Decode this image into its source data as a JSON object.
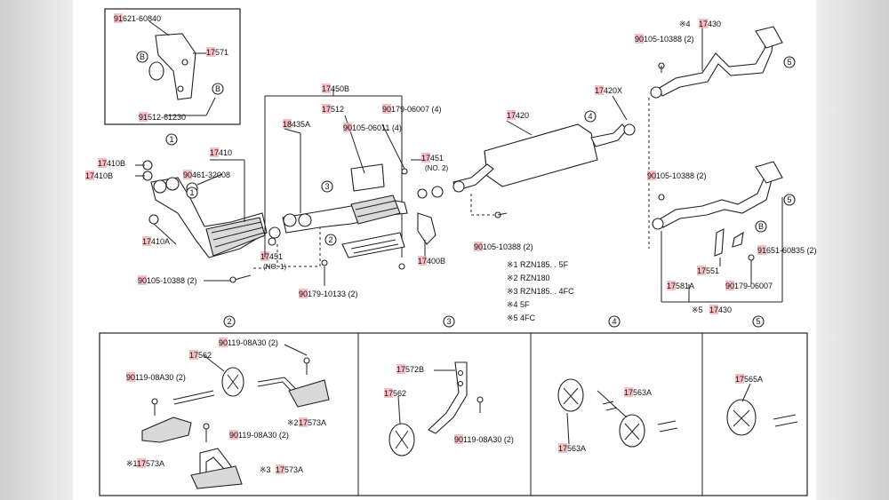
{
  "diagram": {
    "top_labels": {
      "p91621": "91621-60840",
      "p17571": "17571",
      "p91512": "91512-61230",
      "p17410B_a": "17410B",
      "p17410B_b": "17410B",
      "p17410": "17410",
      "p90461": "90461-32008",
      "p17410A": "17410A",
      "p90105_left": "90105-10388 (2)",
      "p17451_1": "17451",
      "p17451_1_note": "(NO. 1)",
      "p90179_10133": "90179-10133 (2)",
      "p17450B": "17450B",
      "p17512": "17512",
      "p90179_06007_4": "90179-06007 (4)",
      "p18435A": "18435A",
      "p90105_06011": "90105-06011 (4)",
      "p17451_2": "17451",
      "p17451_2_note": "(NO. 2)",
      "p17400B": "17400B",
      "p17420": "17420",
      "p90105_mid": "90105-10388 (2)",
      "p17420X": "17420X",
      "p90105_tr": "90105-10388 (2)",
      "p17430_top_prefix": "※4",
      "p17430_top": "17430",
      "p90105_r2": "90105-10388 (2)",
      "p91651": "91651-60835 (2)",
      "p17551": "17551",
      "p17581A": "17581A",
      "p90179_06007_r": "90179-06007",
      "p17430_bot_prefix": "※5",
      "p17430_bot": "17430",
      "B": "B",
      "circ1": "1",
      "circ2": "2",
      "circ3": "3",
      "circ4": "4",
      "circ5": "5"
    },
    "notes": [
      "※1 RZN185. . 5F",
      "※2 RZN180",
      "※3 RZN185. . 4FC",
      "※4 5F",
      "※5 4FC"
    ],
    "panels": {
      "panel2": {
        "number": "2",
        "p17562": "17562",
        "p90119_top": "90119-08A30 (2)",
        "p90119_left": "90119-08A30 (2)",
        "p90119_mid": "90119-08A30 (2)",
        "p17573A_2_prefix": "※2",
        "p17573A_2": "17573A",
        "p17573A_1_prefix": "※1",
        "p17573A_1": "17573A",
        "p17573A_3_prefix": "※3",
        "p17573A_3": "17573A"
      },
      "panel3": {
        "number": "3",
        "p17572B": "17572B",
        "p17562": "17562",
        "p90119": "90119-08A30 (2)"
      },
      "panel4": {
        "number": "4",
        "p17563A_top": "17563A",
        "p17563A_bot": "17563A"
      },
      "panel5": {
        "number": "5",
        "p17565A": "17565A"
      }
    }
  }
}
